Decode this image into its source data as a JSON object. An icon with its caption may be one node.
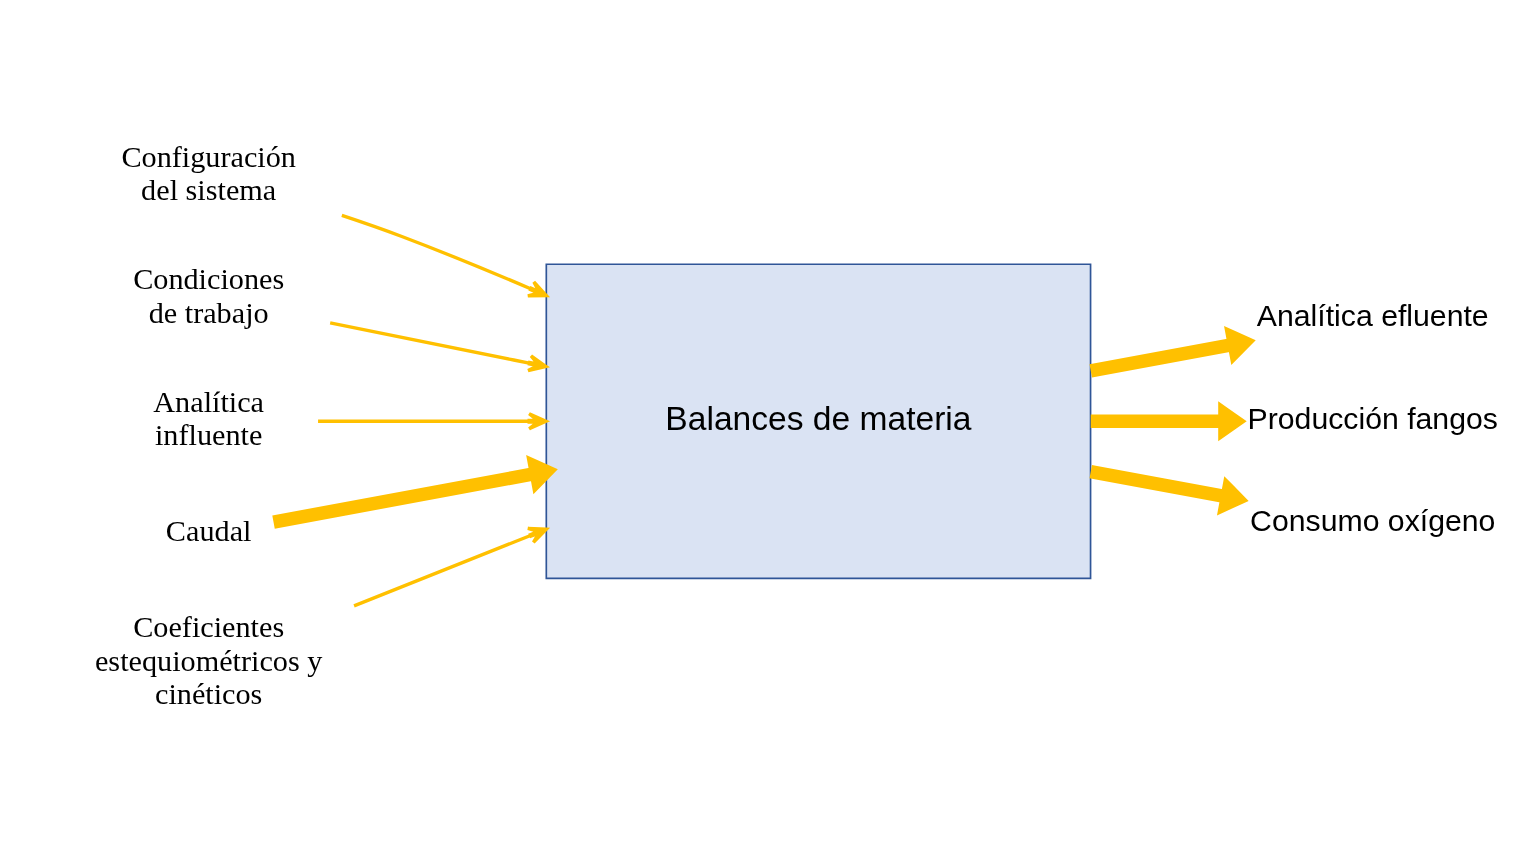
{
  "diagram": {
    "nodes": [
      {
        "text": [
          "Balances de materia"
        ]
      },
      {
        "text": [
          "Configuración del sistema"
        ]
      },
      {
        "text": [
          "Condiciones de trabajo"
        ]
      },
      {
        "text": [
          "Analítica influente"
        ]
      },
      {
        "text": [
          "Caudal"
        ]
      },
      {
        "text": [
          "Coeficientes estequiométricos y cinéticos"
        ]
      },
      {
        "text": [
          "Analítica efluente"
        ]
      },
      {
        "text": [
          "Producción fangos"
        ]
      },
      {
        "text": [
          "Consumo oxígeno"
        ]
      }
    ],
    "edges": [
      {
        "from": 1,
        "to": 0,
        "arrow": "to",
        "color": "#ffc000"
      },
      {
        "from": 2,
        "to": 0,
        "arrow": "to",
        "color": "#ffc000"
      },
      {
        "from": 3,
        "to": 0,
        "arrow": "to",
        "color": "#ffc000"
      },
      {
        "from": 4,
        "to": 0,
        "arrow": "to",
        "style": "thick",
        "color": "#ffc000"
      },
      {
        "from": 5,
        "to": 0,
        "arrow": "to",
        "color": "#ffc000"
      },
      {
        "from": 0,
        "to": 6,
        "arrow": "to",
        "style": "thick",
        "color": "#ffc000"
      },
      {
        "from": 0,
        "to": 7,
        "arrow": "to",
        "style": "thick",
        "color": "#ffc000"
      },
      {
        "from": 0,
        "to": 8,
        "arrow": "to",
        "style": "thick",
        "color": "#ffc000"
      }
    ]
  }
}
